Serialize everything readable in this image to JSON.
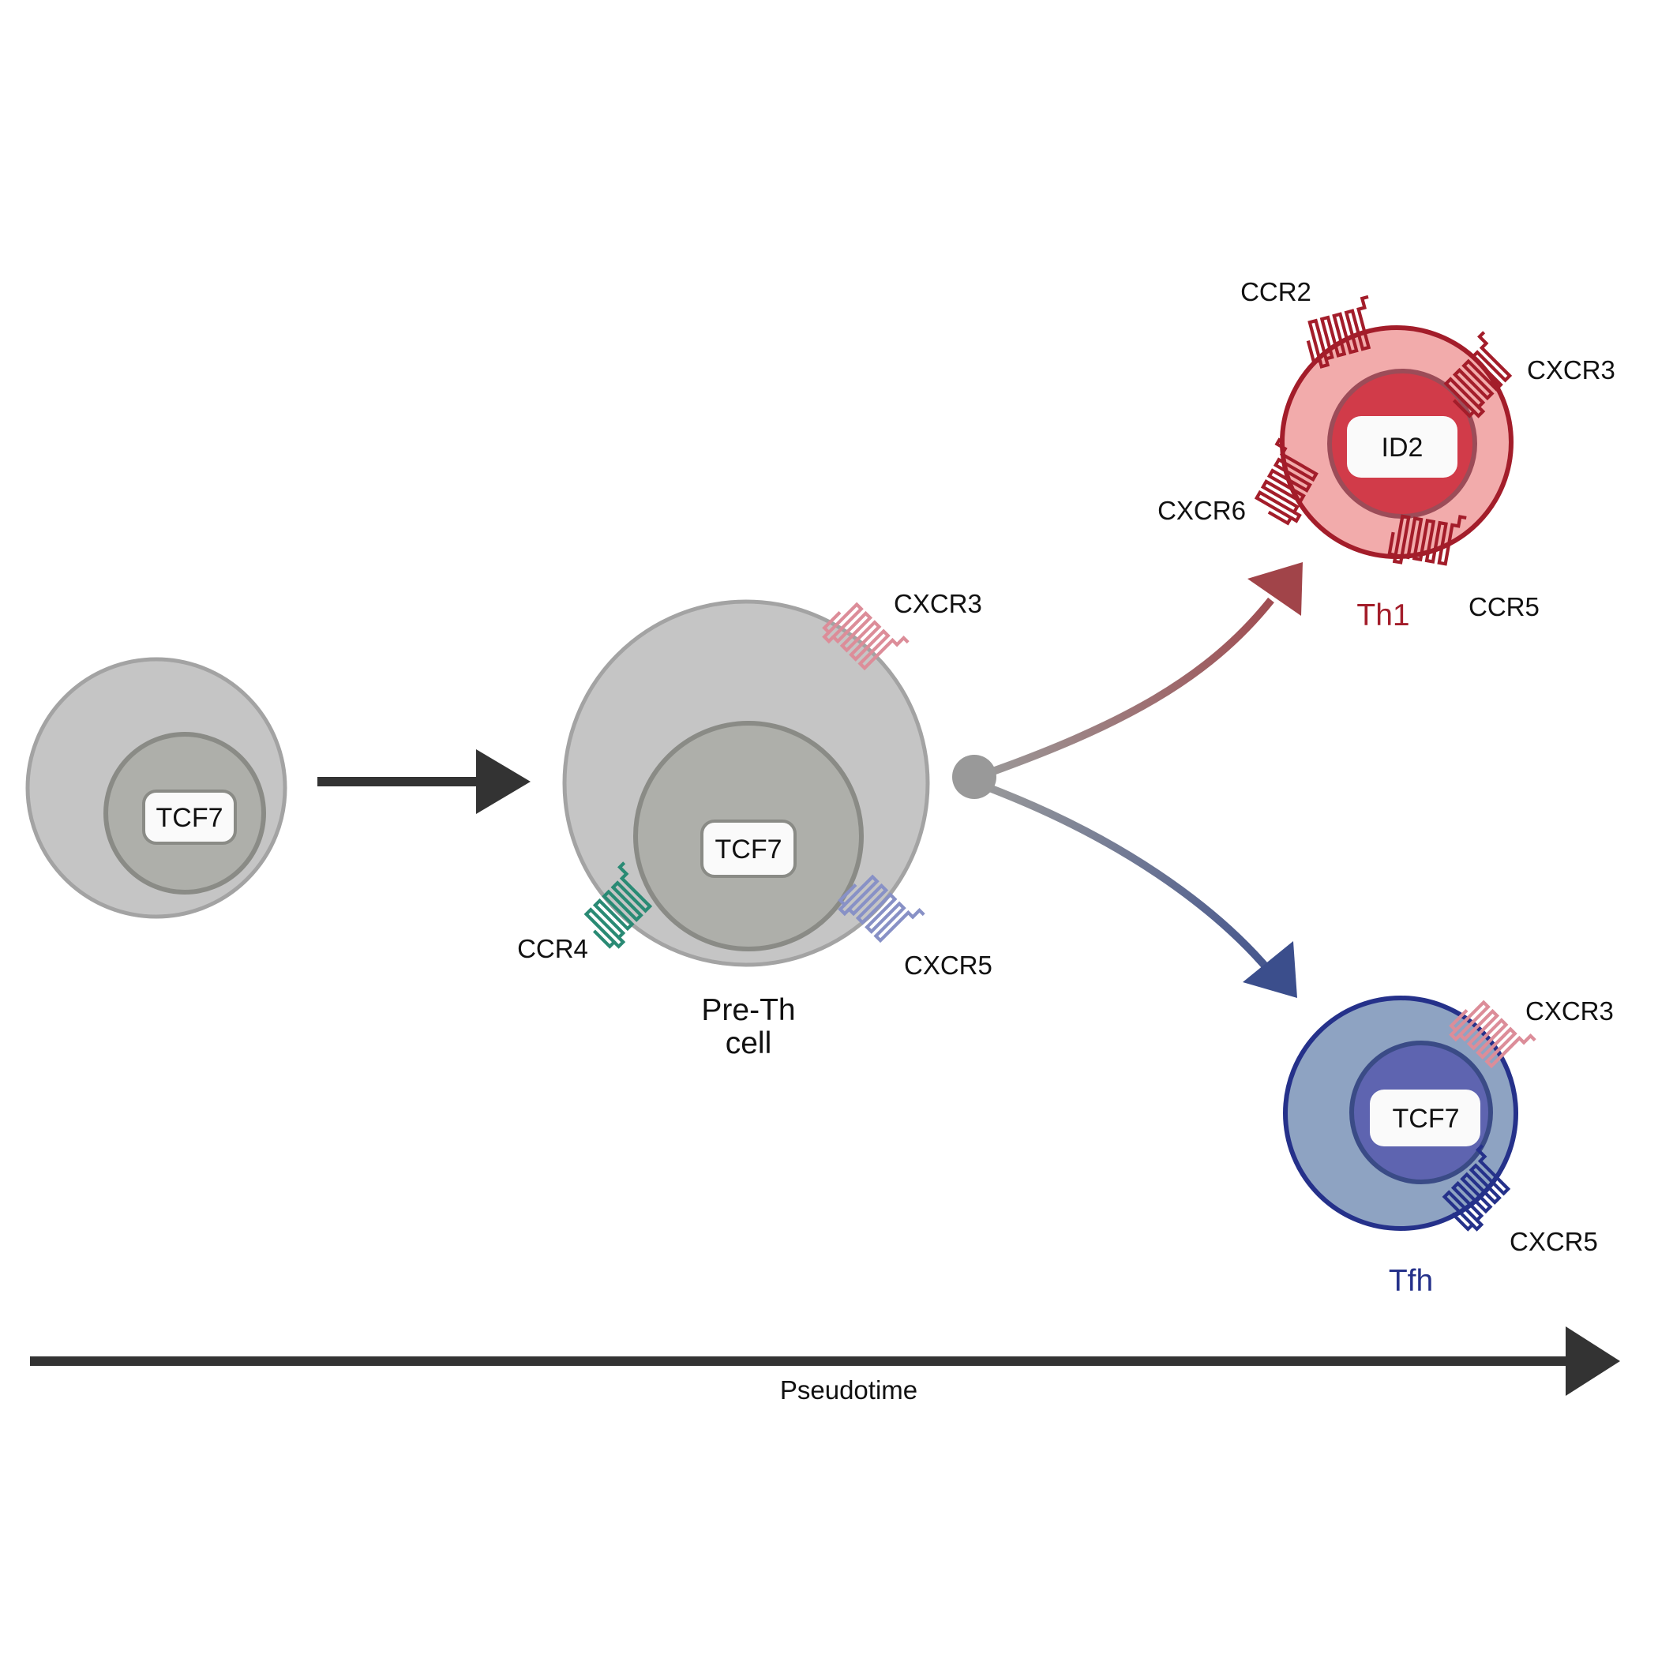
{
  "colors": {
    "gray_cell": "#c5c5c5",
    "gray_cell_stroke": "#a3a3a3",
    "gray_nucleus": "#aeafaa",
    "gray_nucleus_stroke": "#8a8b86",
    "arrow_dark": "#333333",
    "th1_fill": "#f2abab",
    "th1_stroke": "#a31d2a",
    "th1_nucleus": "#d13b49",
    "th1_receptor": "#a31d2a",
    "tfh_fill": "#8ea3c2",
    "tfh_stroke": "#25318a",
    "tfh_nucleus": "#5e64b0",
    "tfh_receptor": "#25318a",
    "ccr4": "#2a8a74",
    "cxcr3_light": "#dc8d99",
    "cxcr5_light": "#8891c6",
    "branch_dot": "#999999",
    "th1_arrow_head": "#a14449",
    "tfh_arrow_head": "#3b4e8c"
  },
  "naive_cell": {
    "gene": "TCF7"
  },
  "pre_th_cell": {
    "gene": "TCF7",
    "label_line1": "Pre-Th",
    "label_line2": "cell",
    "receptors": {
      "cxcr3": "CXCR3",
      "ccr4": "CCR4",
      "cxcr5": "CXCR5"
    }
  },
  "th1_cell": {
    "name": "Th1",
    "gene": "ID2",
    "receptors": {
      "ccr2": "CCR2",
      "cxcr3": "CXCR3",
      "cxcr6": "CXCR6",
      "ccr5": "CCR5"
    }
  },
  "tfh_cell": {
    "name": "Tfh",
    "gene": "TCF7",
    "receptors": {
      "cxcr3": "CXCR3",
      "cxcr5": "CXCR5"
    }
  },
  "axis": {
    "label": "Pseudotime"
  }
}
